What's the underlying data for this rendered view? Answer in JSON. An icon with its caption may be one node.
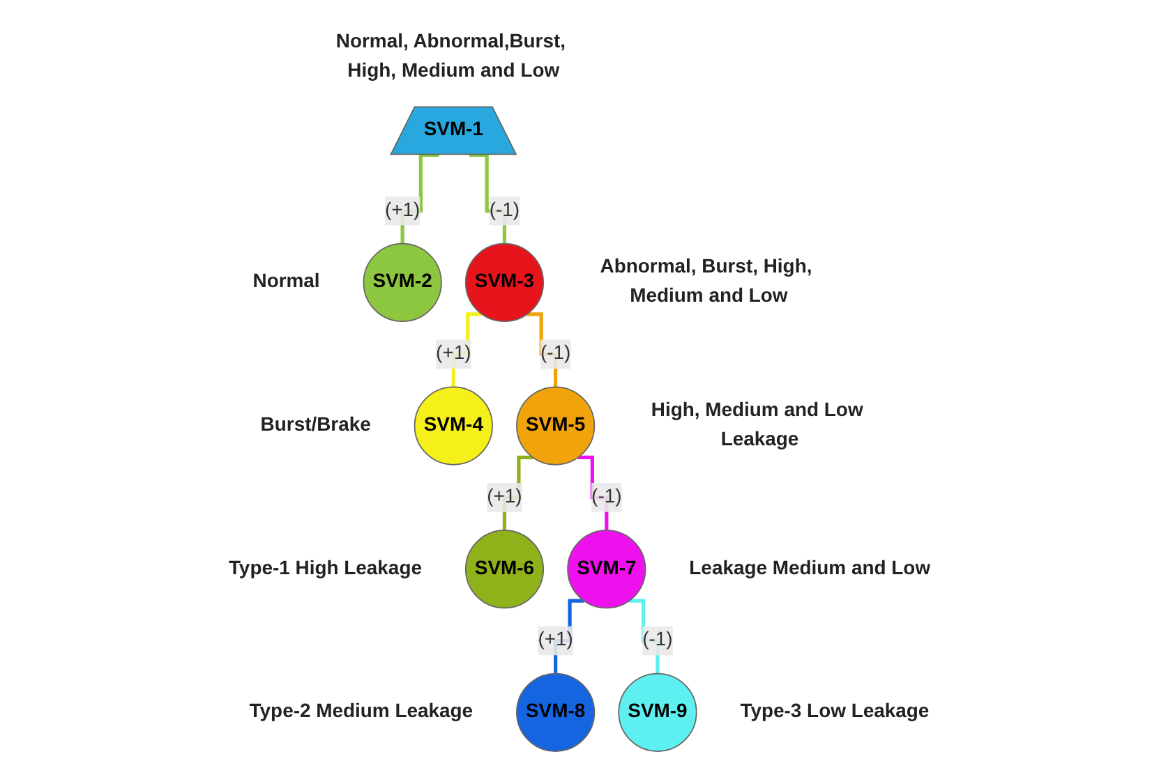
{
  "diagram": {
    "nodes": [
      {
        "text": [
          "SVM-1"
        ],
        "beside": [
          "Normal, Abnormal,Burst, High, Medium and Low"
        ]
      },
      {
        "text": [
          "SVM-2"
        ],
        "beside": [
          "Normal"
        ]
      },
      {
        "text": [
          "SVM-3"
        ],
        "beside": [
          "Abnormal, Burst, High, Medium and Low"
        ]
      },
      {
        "text": [
          "SVM-4"
        ],
        "beside": [
          "Burst/Brake"
        ]
      },
      {
        "text": [
          "SVM-5"
        ],
        "beside": [
          "High, Medium and Low Leakage"
        ]
      },
      {
        "text": [
          "SVM-6"
        ],
        "beside": [
          "Type-1 High Leakage"
        ]
      },
      {
        "text": [
          "SVM-7"
        ],
        "beside": [
          "Leakage Medium and Low"
        ]
      },
      {
        "text": [
          "SVM-8"
        ],
        "beside": [
          "Type-2 Medium Leakage"
        ]
      },
      {
        "text": [
          "SVM-9"
        ],
        "beside": [
          "Type-3 Low Leakage"
        ]
      }
    ],
    "edges": [
      {
        "from": 0,
        "to": 1,
        "arrow": "none",
        "label": "(+1)",
        "color": "#8dc63f"
      },
      {
        "from": 0,
        "to": 2,
        "arrow": "none",
        "label": "(-1)",
        "color": "#8dc63f"
      },
      {
        "from": 2,
        "to": 3,
        "arrow": "none",
        "label": "(+1)",
        "color": "#f5ef1a"
      },
      {
        "from": 2,
        "to": 4,
        "arrow": "none",
        "label": "(-1)",
        "color": "#f0a30a"
      },
      {
        "from": 4,
        "to": 5,
        "arrow": "none",
        "label": "(+1)",
        "color": "#8fb21b"
      },
      {
        "from": 4,
        "to": 6,
        "arrow": "none",
        "label": "(-1)",
        "color": "#ee11ee"
      },
      {
        "from": 6,
        "to": 7,
        "arrow": "none",
        "label": "(+1)",
        "color": "#1565e0"
      },
      {
        "from": 6,
        "to": 8,
        "arrow": "none",
        "label": "(-1)",
        "color": "#5ef0f0"
      }
    ]
  }
}
